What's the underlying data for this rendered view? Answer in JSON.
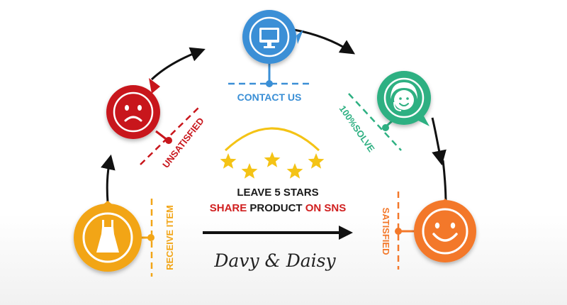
{
  "steps": [
    {
      "id": "receive",
      "label": "RECEIVE ITEM",
      "color": "#f2a516",
      "icon": "dress-icon"
    },
    {
      "id": "unsatisfied",
      "label": "UNSATISFIED",
      "color": "#c8161c",
      "icon": "sad-face-icon"
    },
    {
      "id": "contact",
      "label": "CONTACT US",
      "color": "#3a8fd6",
      "icon": "computer-monitor-icon"
    },
    {
      "id": "solve",
      "label": "100%SOLVE",
      "color": "#2eb082",
      "icon": "support-agent-icon"
    },
    {
      "id": "satisfied",
      "label": "SATISFIED",
      "color": "#f3782a",
      "icon": "happy-face-icon"
    }
  ],
  "center": {
    "line1": "LEAVE 5 STARS",
    "line2_part1": "SHARE",
    "line2_part2": " PRODUCT ",
    "line2_part3": "ON SNS",
    "stars": 5,
    "star_color": "#f4c315",
    "arc_color": "#f4c315",
    "red": "#d01f1f",
    "dark": "#1a1a1a"
  },
  "brand": {
    "signature": "Davy & Daisy"
  }
}
